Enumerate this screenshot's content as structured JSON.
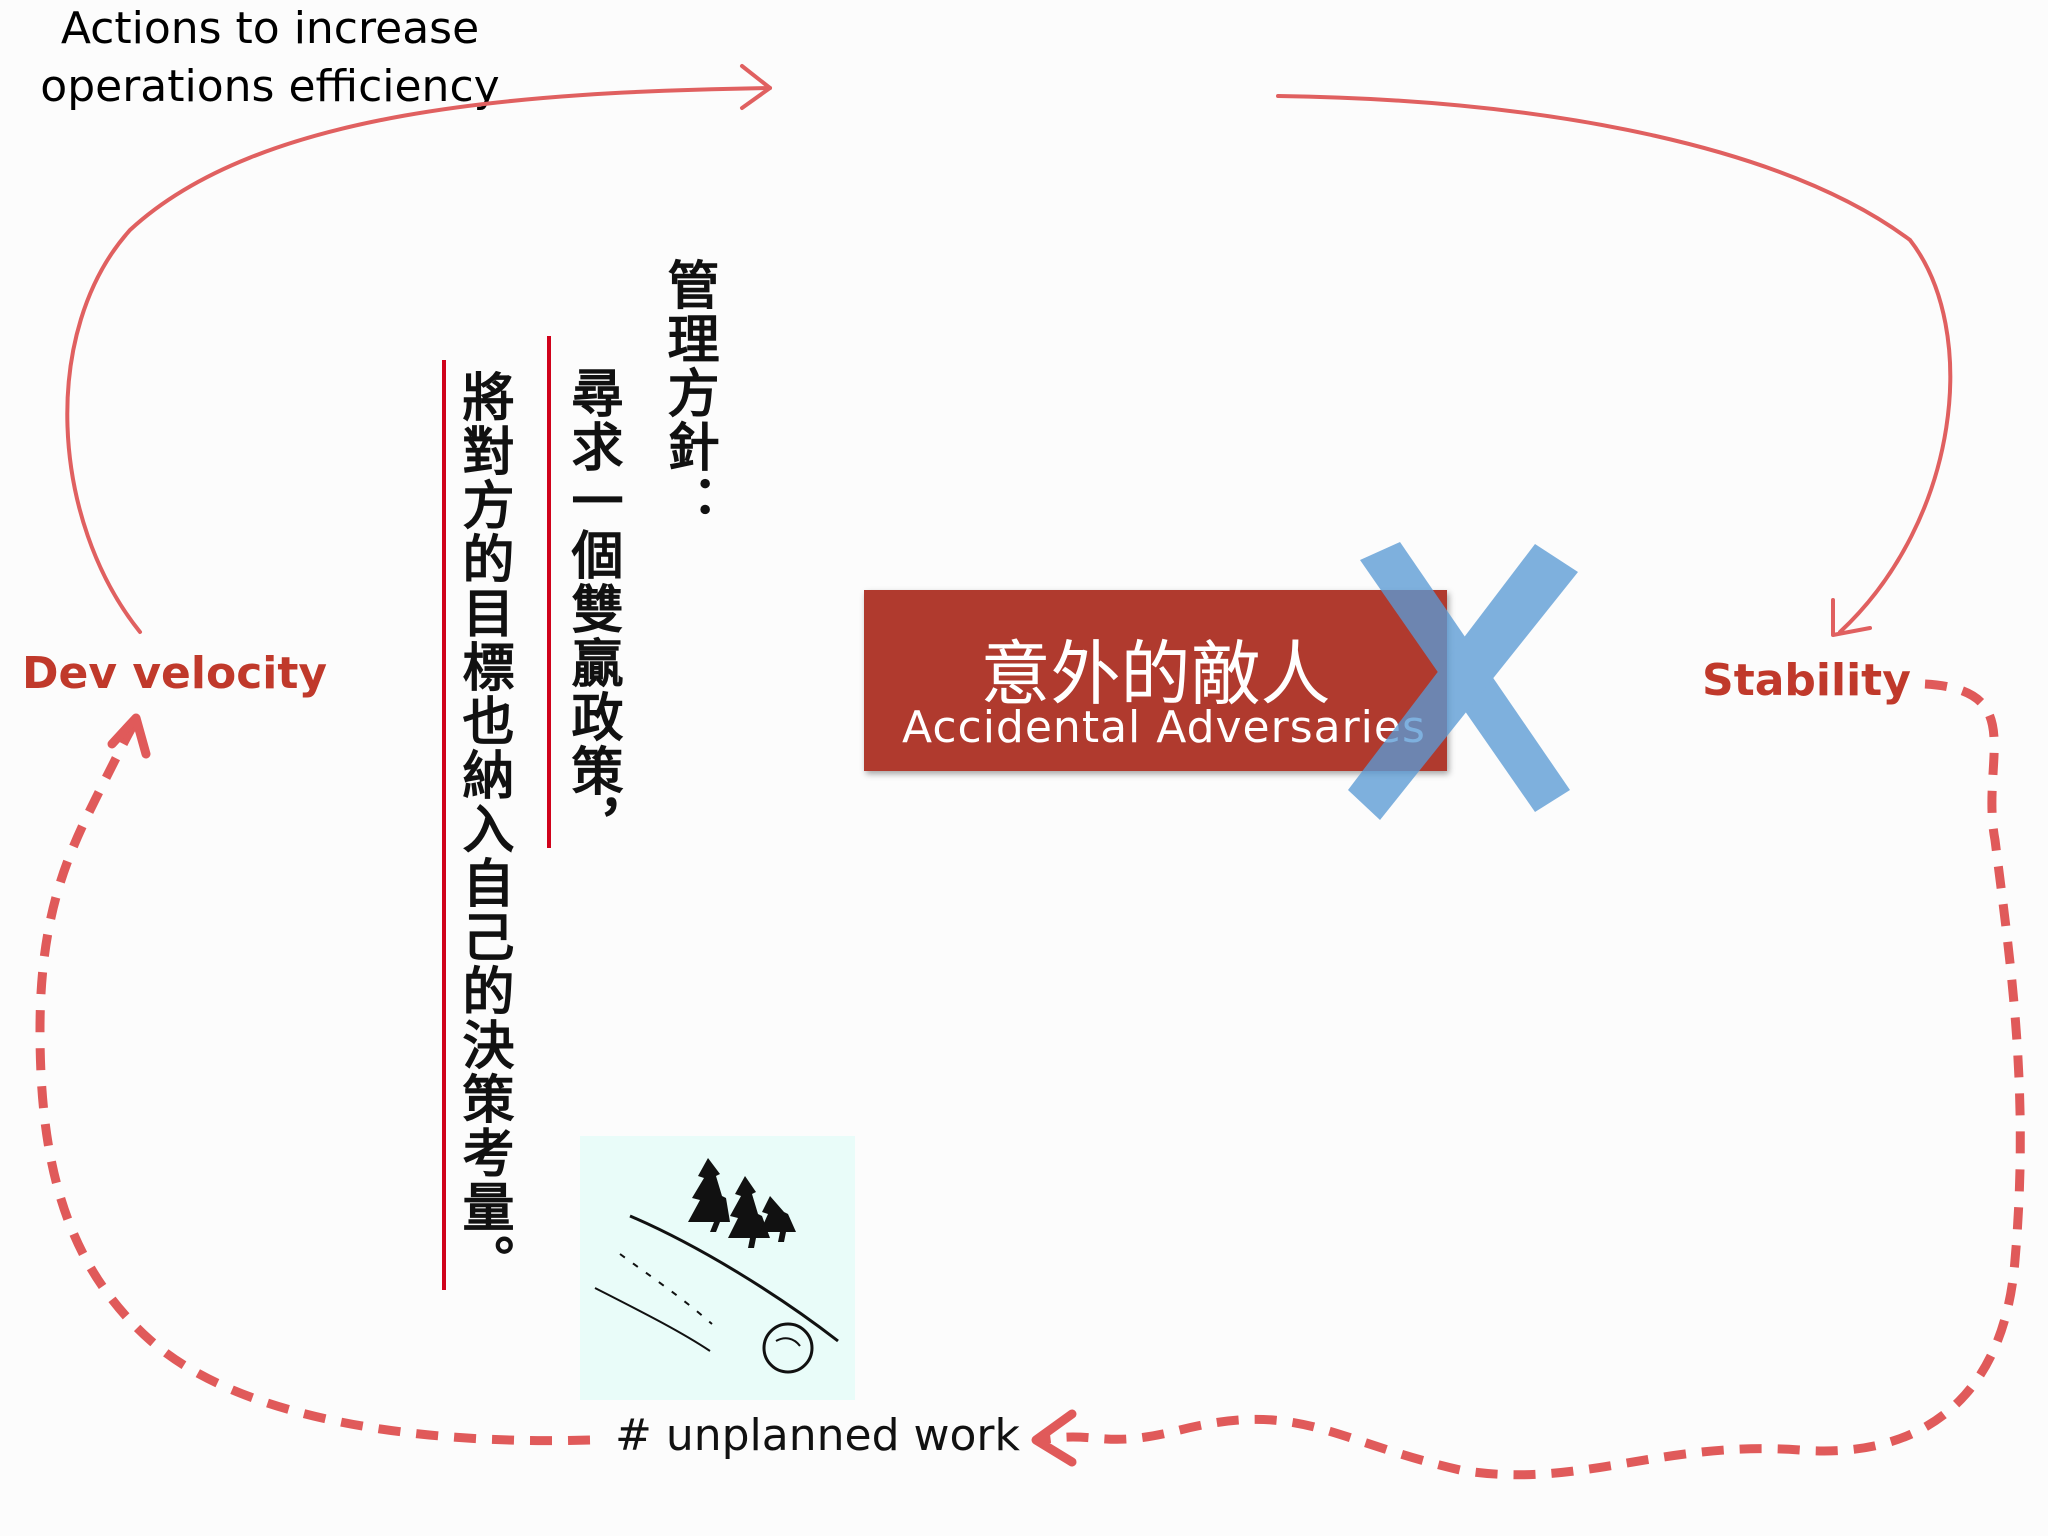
{
  "title": "Actions to increase operations efficiency",
  "nodes": {
    "top_line1": "Actions to increase",
    "top_line2": "operations efficiency",
    "left": "Dev velocity",
    "right": "Stability",
    "bottom": "# unplanned work"
  },
  "cjk_text": {
    "line1": "管理方針：",
    "line2": "尋求一個雙贏政策，",
    "line3": "將對方的目標也納入自己的決策考量。"
  },
  "center_box": {
    "title": "意外的敵人",
    "subtitle": "Accidental Adversaries"
  },
  "colors": {
    "accent": "#c0392b",
    "box": "#b03a2e",
    "cross": "#5b9bd5",
    "dashed_arrow": "#e05a5a",
    "sketch_bg": "#e9fcf9"
  },
  "icons": [
    "crossed-out-x-icon",
    "snowball-rolling-downhill-sketch"
  ]
}
